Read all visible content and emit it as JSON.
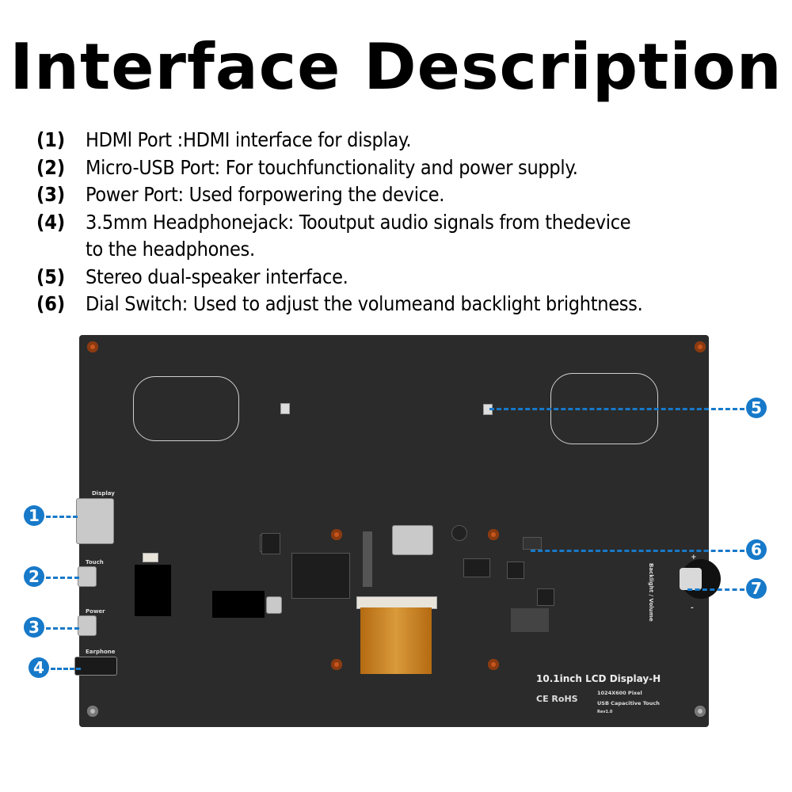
{
  "title": "Interface Description",
  "items": [
    {
      "num": "(1)",
      "text": "HDMl Port :HDMI interface for display."
    },
    {
      "num": "(2)",
      "text": "Micro-USB Port: For touchfunctionality and power supply."
    },
    {
      "num": "(3)",
      "text": "Power Port: Used forpowering the device."
    },
    {
      "num": "(4)",
      "text": "3.5mm Headphonejack: Tooutput audio signals from thedevice"
    },
    {
      "num": "",
      "text": "to the headphones."
    },
    {
      "num": "(5)",
      "text": "Stereo dual-speaker interface."
    },
    {
      "num": "(6)",
      "text": "Dial Switch: Used to adjust the volumeand backlight brightness."
    }
  ],
  "board": {
    "silkscreen": {
      "display": "Display",
      "touch": "Touch",
      "power": "Power",
      "earphone": "Earphone",
      "backlight_volume": "Backlight / Volume",
      "plus": "+",
      "minus": "-"
    },
    "product_name": "10.1inch LCD Display-H",
    "resolution": "1024X600 Pixel",
    "touch_type": "USB Capacitive Touch",
    "revision": "Rev1.0",
    "certifications": "CE RoHS"
  },
  "callouts": [
    "1",
    "2",
    "3",
    "4",
    "5",
    "6",
    "7"
  ],
  "colors": {
    "callout": "#1779c9",
    "board": "#2b2b2b"
  }
}
